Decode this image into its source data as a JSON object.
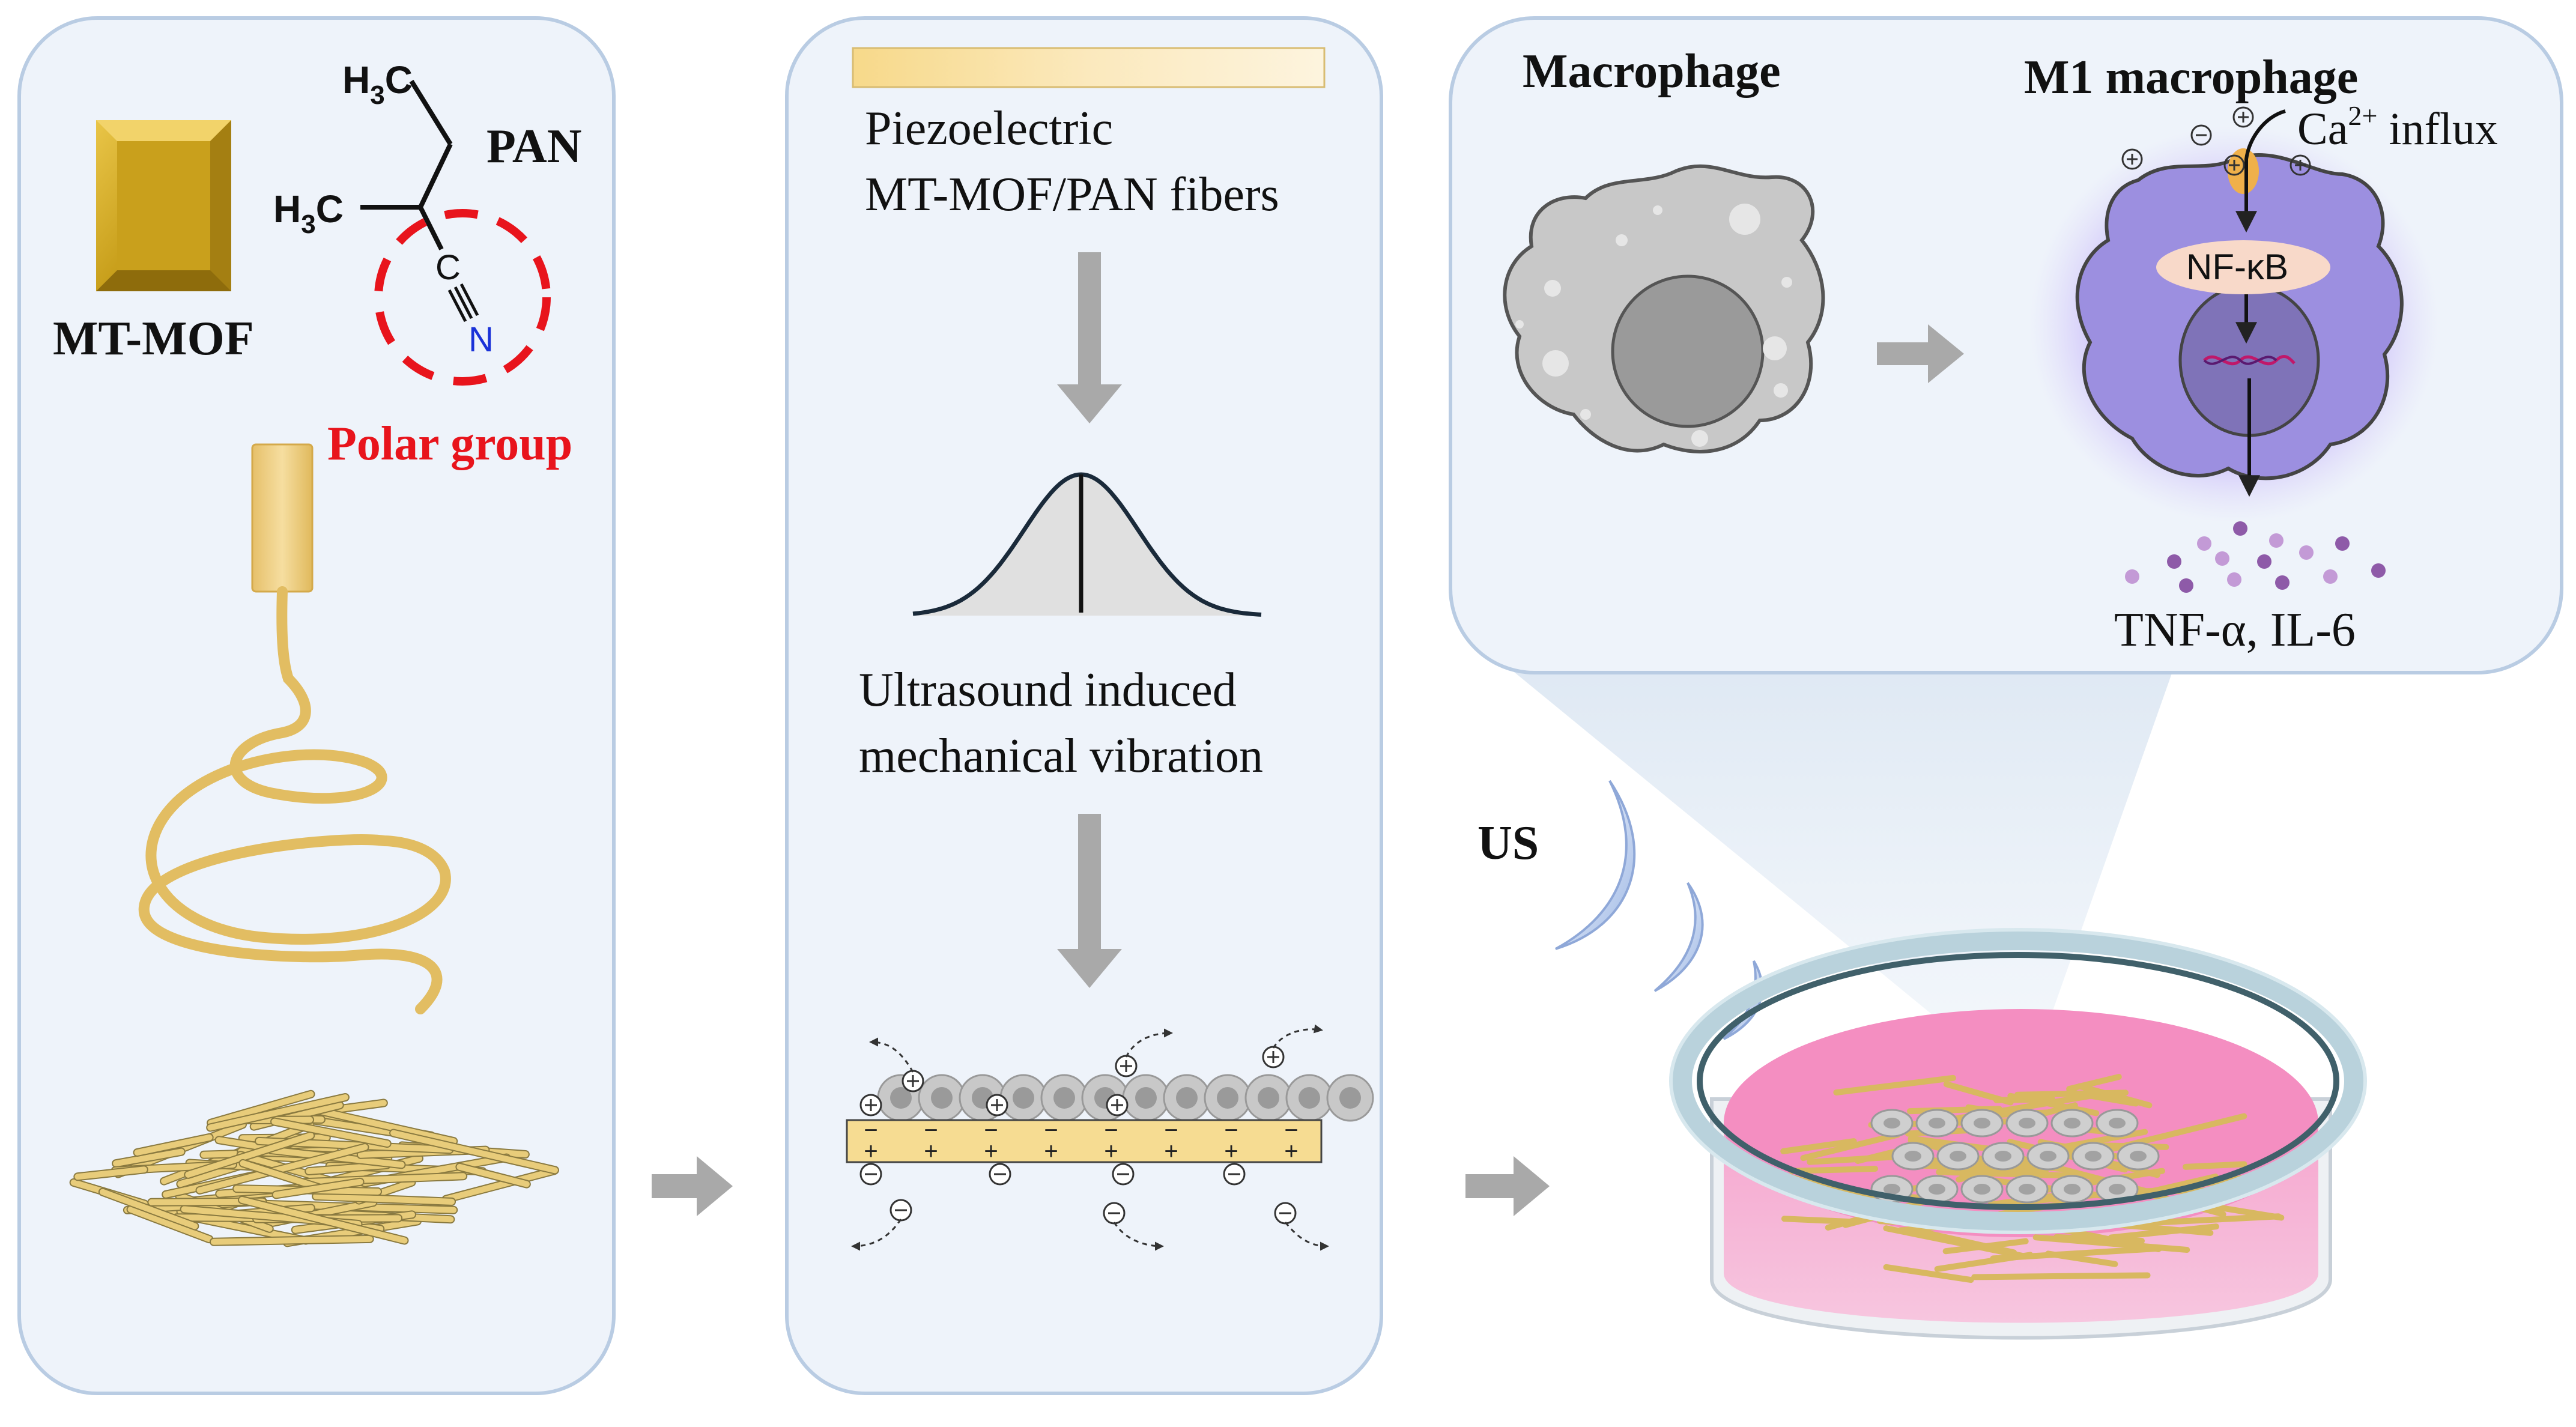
{
  "panel1": {
    "mof_label": "MT-MOF",
    "pan_label": "PAN",
    "ch3_top": "H",
    "ch3_top_sub": "3",
    "ch3_top_c": "C",
    "ch3_left": "H",
    "ch3_left_sub": "3",
    "ch3_left_c": "C",
    "atom_c": "C",
    "atom_n": "N",
    "polar_label": "Polar group"
  },
  "panel2": {
    "fibers_label_line1": "Piezoelectric",
    "fibers_label_line2": "MT-MOF/PAN fibers",
    "vibration_line1": "Ultrasound induced",
    "vibration_line2": "mechanical vibration"
  },
  "panel3": {
    "macrophage_label": "Macrophage",
    "m1_label": "M1 macrophage",
    "ca_label": "Ca",
    "ca_sup": "2+",
    "influx_label": " influx",
    "nfkb_label": "NF-κB",
    "cytokines_label": "TNF-α, IL-6",
    "us_label": "US"
  },
  "colors": {
    "panel_fill": "#eef3fa",
    "panel_stroke": "#b9cce3",
    "arrow_gray": "#a9a9a9",
    "fiber_gold": "#e0c070",
    "mof_gold": "#c9a01c",
    "polar_red": "#e8141c",
    "nitrogen_blue": "#1a32d8",
    "m1_purple": "#9c8fe0",
    "dish_pink": "#f08cbf"
  }
}
